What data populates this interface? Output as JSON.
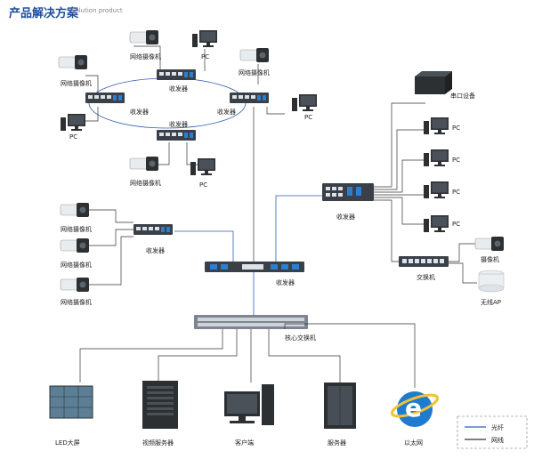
{
  "title": "产品解决方案",
  "subtitle": "Solution product",
  "labels": {
    "cam": "网络摄像机",
    "pc": "PC",
    "transceiver": "收发器",
    "serial": "串口设备",
    "switch": "交换机",
    "camera": "摄像机",
    "wap": "无线AP",
    "core": "核心交换机",
    "led": "LED大屏",
    "video": "视频服务器",
    "client": "客户端",
    "server": "服务器",
    "ethernet": "以太网"
  },
  "legend": {
    "fiber": "光纤",
    "net": "网线"
  },
  "colors": {
    "title": "#1f4e9c",
    "fiber": "#2f5fb3",
    "net": "#333333",
    "device": "#3a3f48",
    "port": "#2b7fd0"
  }
}
